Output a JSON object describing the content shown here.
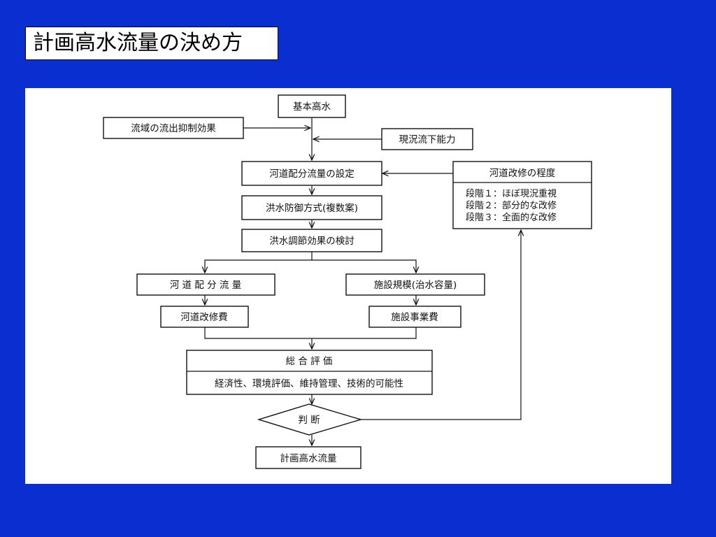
{
  "title": "計画高水流量の決め方",
  "flow": {
    "basic_flood": "基本高水",
    "basin_effect": "流域の流出抑制効果",
    "current_capacity": "現況流下能力",
    "river_allocation_setting": "河道配分流量の設定",
    "improvement_degree_title": "河道改修の程度",
    "stage1": "段階１：ほぼ現況重視",
    "stage2": "段階２：部分的な改修",
    "stage3": "段階３：全面的な改修",
    "flood_method": "洪水防御方式(複数案)",
    "flood_control_review": "洪水調節効果の検討",
    "river_allocation_flow": "河 道 配 分 流 量",
    "facility_scale": "施設規模(治水容量)",
    "river_improvement_cost": "河道改修費",
    "facility_cost": "施設事業費",
    "overall_evaluation": "総 合 評 価",
    "evaluation_items": "経済性、環境評価、維持管理、技術的可能性",
    "judgment": "判 断",
    "planned_flood_flow": "計画高水流量"
  }
}
